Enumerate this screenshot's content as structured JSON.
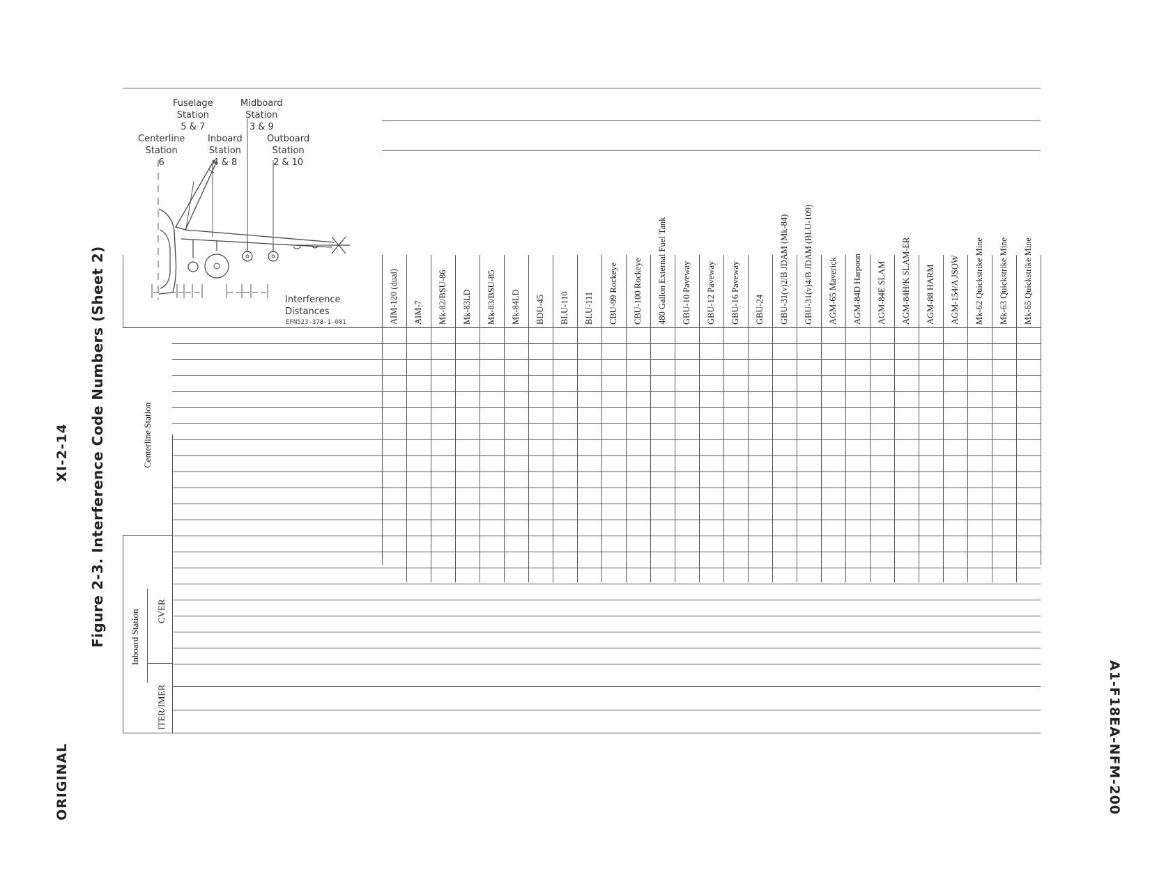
{
  "document_number": "A1-F18EA-NFM-200",
  "page_number": "XI-2-14",
  "status": "ORIGINAL",
  "figure_caption": "Figure  2-3.  Interference Code Numbers (Sheet 2)",
  "diagram": {
    "station_labels": [
      {
        "name": "centerline",
        "text": "Centerline\nStation\n6"
      },
      {
        "name": "fuselage",
        "text": "Fuselage\nStation\n5 & 7"
      },
      {
        "name": "inboard",
        "text": "Inboard\nStation\n4 & 8"
      },
      {
        "name": "midboard",
        "text": "Midboard\nStation\n3 & 9"
      },
      {
        "name": "outboard",
        "text": "Outboard\nStation\n2 & 10"
      }
    ],
    "interference_label": "Interference\nDistances",
    "figure_id": "EFN523-378-1-001"
  },
  "table": {
    "columns": [
      "AIM-120 (dual)",
      "AIM-7",
      "Mk-82/BSU-86",
      "Mk-83LD",
      "Mk-83/BSU-85",
      "Mk-84LD",
      "BDU-45",
      "BLU-110",
      "BLU-111",
      "CBU-99 Rockeye",
      "CBU-100 Rockeye",
      "480 Gallon External Fuel Tank",
      "GBU-10 Paveway",
      "GBU-12 Paveway",
      "GBU-16 Paveway",
      "GBU-24",
      "GBU-31(v)2/B JDAM (Mk-84)",
      "GBU-31(v)4/B JDAM (BLU-109)",
      "AGM-65 Maverick",
      "AGM-84D Harpoon",
      "AGM-84E SLAM",
      "AGM-84H/K SLAM-ER",
      "AGM-88 HARM",
      "AGM-154/A JSOW",
      "Mk-62 Quickstrike Mine",
      "Mk-63 Quickstrike Mine",
      "Mk-65 Quickstrike Mine"
    ],
    "row_groups": {
      "centerline": "Centerline Station",
      "inboard": "Inboard Station",
      "cver": "CVER",
      "iter": "ITER/IMER"
    }
  }
}
